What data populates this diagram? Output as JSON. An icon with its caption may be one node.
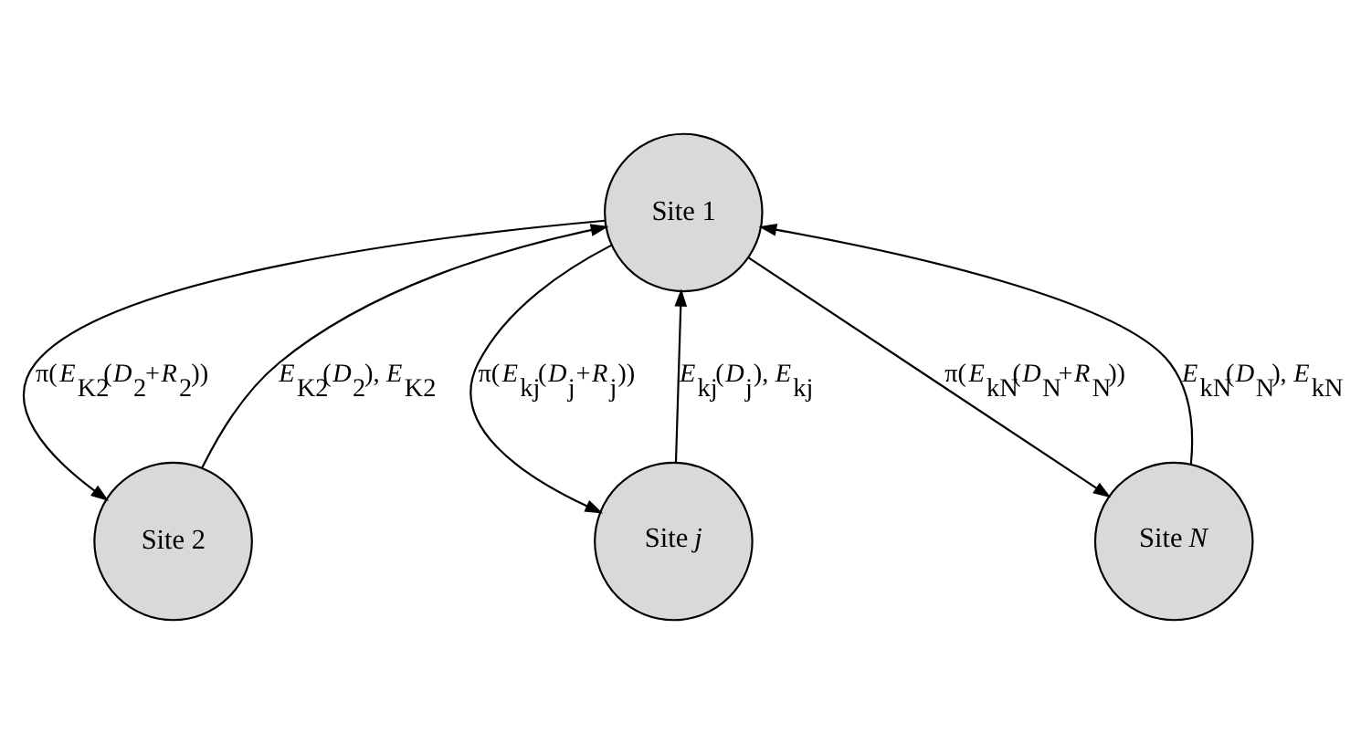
{
  "diagram": {
    "nodes": [
      {
        "text": [
          "Site 1"
        ]
      },
      {
        "text": [
          "Site 2"
        ]
      },
      {
        "text": [
          "Site *N*"
        ]
      },
      {
        "text": [
          "Site *j*"
        ]
      }
    ],
    "edges": [
      {
        "from": 1,
        "to": 0,
        "arrow": "to",
        "label": "*E*$_{K2}$(*D*$_{2}$), *E*$_{K2}$"
      },
      {
        "from": 0,
        "to": 1,
        "arrow": "to",
        "label": "π(*E*$_{K2}$(*D*$_{2}$+*R*$_{2}$))"
      },
      {
        "from": 0,
        "to": 2,
        "arrow": "to",
        "label": "π(*E*$_{kN}$(*D*$_{N}$+*R*$_{N}$))"
      },
      {
        "from": 2,
        "to": 0,
        "arrow": "to",
        "label": "*E*$_{kN}$(*D*$_{N}$), *E*$_{kN}$"
      },
      {
        "from": 3,
        "to": 0,
        "arrow": "to",
        "label": "*E*$_{kj}$(*D*$_{j}$), *E*$_{kj}$"
      },
      {
        "from": 0,
        "to": 3,
        "arrow": "to",
        "label": "π(*E*$_{kj}$(*D*$_{j}$+*R*$_{j}$))"
      }
    ]
  }
}
